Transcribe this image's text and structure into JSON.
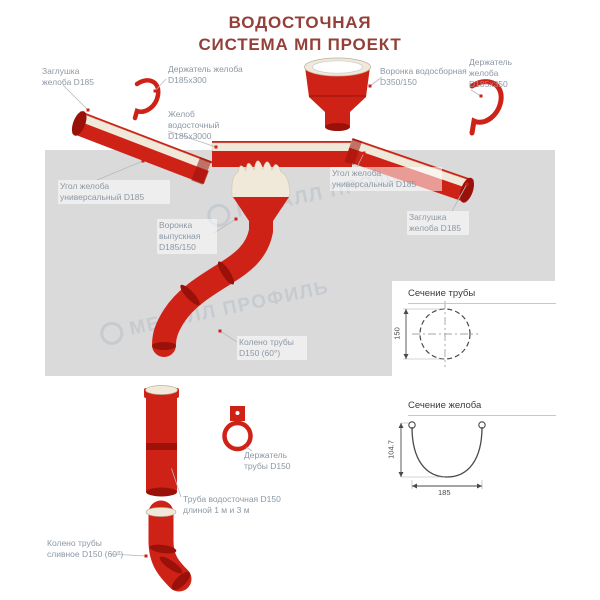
{
  "title": {
    "line1": "ВОДОСТОЧНАЯ",
    "line2": "СИСТЕМА МП ПРОЕКТ"
  },
  "watermark": {
    "text": "МЕТАЛЛ ПРОФИЛЬ"
  },
  "labels": {
    "cap_left": "Заглушка желоба D185",
    "gutter_holder_300": "Держатель желоба D185x300",
    "collector_funnel": "Воронка водосборная D350/150",
    "gutter_holder_350": "Держатель желоба D185x350",
    "gutter": "Желоб водосточный D185x3000",
    "corner_left": "Угол желоба универсальный D185",
    "corner_right": "Угол желоба универсальный D185",
    "cap_right": "Заглушка желоба D185",
    "outlet_funnel": "Воронка выпускная D185/150",
    "pipe_elbow": "Колено трубы D150 (60°)",
    "pipe_holder": "Держатель трубы D150",
    "pipe": "Труба водосточная D150 длиной 1 м и 3 м",
    "drain_elbow": "Колено трубы сливное D150 (60°)"
  },
  "sections": {
    "pipe_section": {
      "title": "Сечение трубы",
      "diameter": "150"
    },
    "gutter_section": {
      "title": "Сечение желоба",
      "dim_height": "104.7",
      "dim_width": "185"
    }
  },
  "colors": {
    "component_red": "#cf2217",
    "component_dark_red": "#991109",
    "cream": "#f0e9d9",
    "band_gray": "#dadada",
    "title_color": "#944038",
    "label_color": "#8c98a4",
    "leader_line": "#b5babe",
    "section_line": "#4a4a4a"
  }
}
